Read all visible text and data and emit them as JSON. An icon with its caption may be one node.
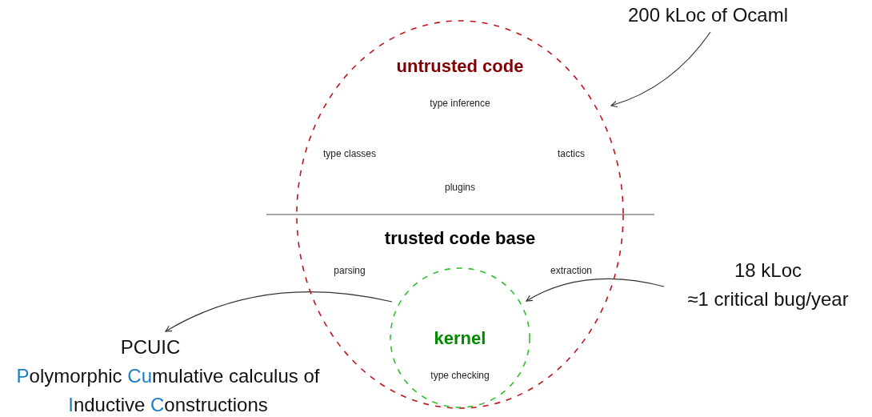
{
  "diagram": {
    "nodes": [
      {
        "text": [
          "untrusted code",
          "type inference",
          "type classes",
          "tactics",
          "plugins",
          "trusted code base",
          "parsing",
          "extraction"
        ]
      },
      {
        "text": [
          "kernel",
          "type checking"
        ],
        "in": 0
      },
      {
        "text": [
          "200 kLoc of Ocaml"
        ]
      },
      {
        "text": [
          "18 kLoc",
          "≈1 critical bug/year"
        ]
      },
      {
        "text": [
          "PCUIC",
          "**P**olymorphic **Cu**mulative calculus of **I**nductive **C**onstructions"
        ]
      }
    ],
    "edges": [
      {
        "from": 2,
        "to": 0,
        "arrow": "to"
      },
      {
        "from": 3,
        "to": 1,
        "arrow": "to"
      },
      {
        "from": 1,
        "to": 4,
        "arrow": "to"
      }
    ]
  }
}
